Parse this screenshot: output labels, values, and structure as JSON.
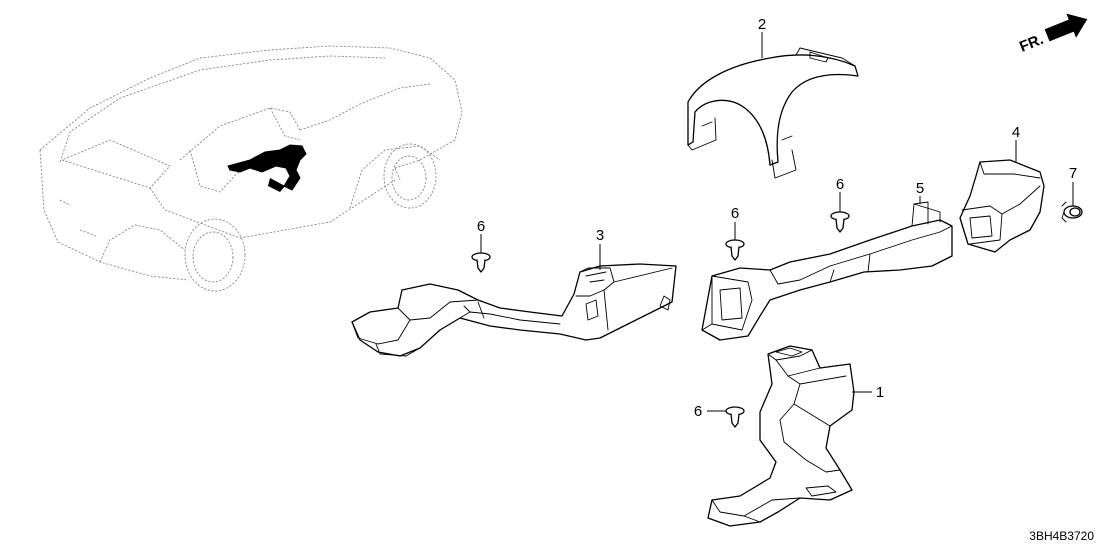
{
  "diagram": {
    "direction_label": "FR.",
    "part_code": "3BH4B3720",
    "callouts": [
      {
        "id": "c1",
        "label": "1"
      },
      {
        "id": "c2",
        "label": "2"
      },
      {
        "id": "c3",
        "label": "3"
      },
      {
        "id": "c4",
        "label": "4"
      },
      {
        "id": "c5",
        "label": "5"
      },
      {
        "id": "c6a",
        "label": "6"
      },
      {
        "id": "c6b",
        "label": "6"
      },
      {
        "id": "c6c",
        "label": "6"
      },
      {
        "id": "c6d",
        "label": "6"
      },
      {
        "id": "c7",
        "label": "7"
      }
    ]
  }
}
